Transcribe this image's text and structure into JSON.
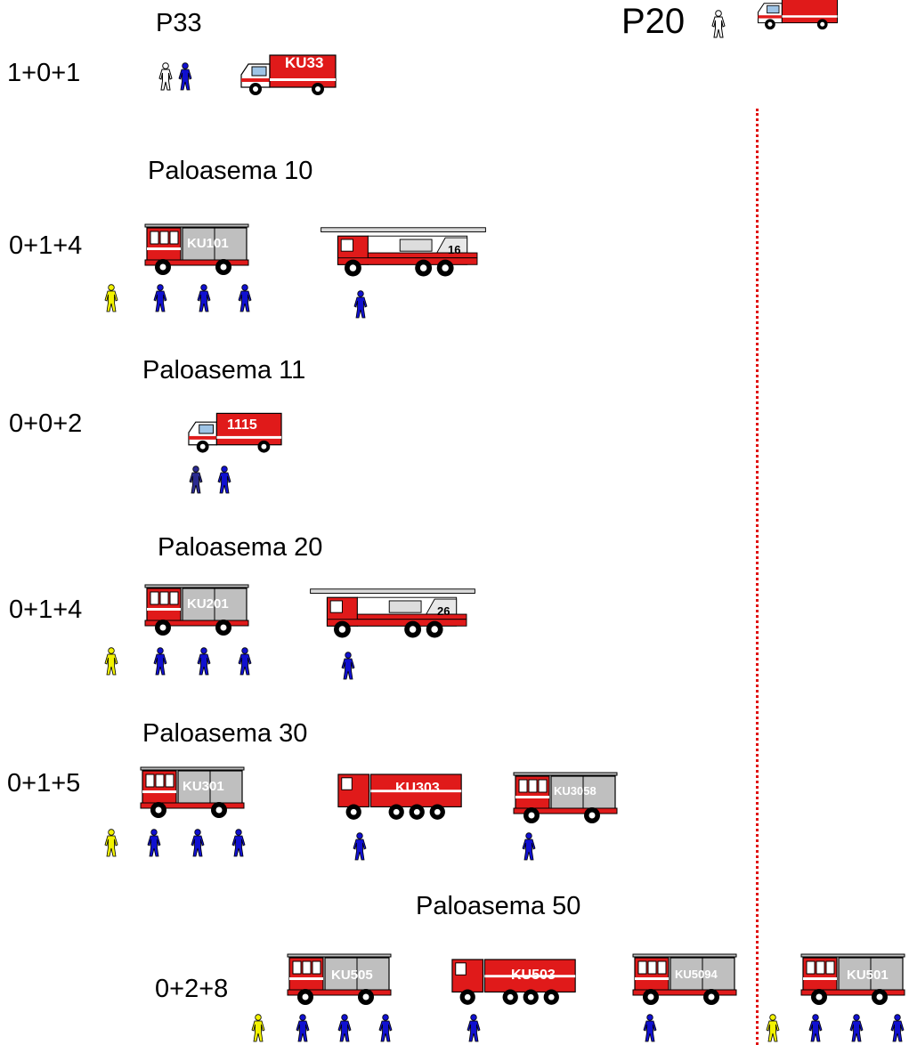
{
  "colors": {
    "truck_red": "#e01a1a",
    "truck_gray": "#bfbfbf",
    "crew_blue": "#1010d0",
    "officer_yellow": "#f2f200",
    "white_person": "#ffffff",
    "divider": "#e01010"
  },
  "header": {
    "p33_label": "P33",
    "p33_crew": "1+0+1",
    "p20_label": "P20",
    "p33_unit": "KU33"
  },
  "stations": [
    {
      "name": "Paloasema 10",
      "crew": "0+1+4",
      "units": [
        "KU101",
        "16"
      ]
    },
    {
      "name": "Paloasema 11",
      "crew": "0+0+2",
      "units": [
        "1115"
      ]
    },
    {
      "name": "Paloasema 20",
      "crew": "0+1+4",
      "units": [
        "KU201",
        "26"
      ]
    },
    {
      "name": "Paloasema 30",
      "crew": "0+1+5",
      "units": [
        "KU301",
        "KU303",
        "KU3058"
      ]
    },
    {
      "name": "Paloasema 50",
      "crew": "0+2+8",
      "units": [
        "KU505",
        "KU503",
        "KU5094",
        "KU501"
      ]
    }
  ],
  "icons": {
    "engine": "fire-engine-icon",
    "ladder": "ladder-truck-icon",
    "ambulance": "ambulance-icon",
    "tanker": "tanker-truck-icon",
    "person": "person-icon"
  }
}
